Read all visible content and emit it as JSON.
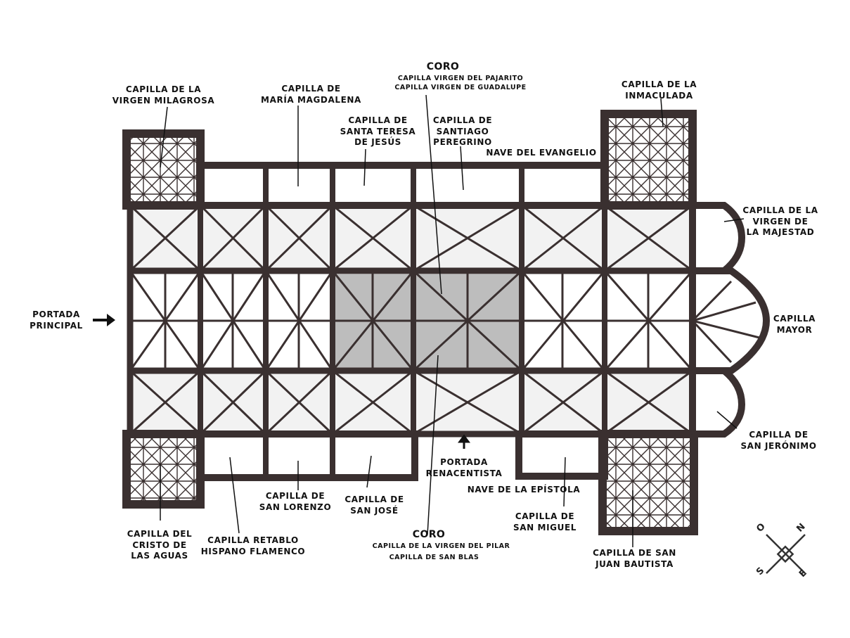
{
  "labels": {
    "milagrosa": "CAPILLA DE LA\nVIRGEN MILAGROSA",
    "magdalena": "CAPILLA DE\nMARÍA MAGDALENA",
    "teresa": "CAPILLA DE\nSANTA TERESA\nDE JESÚS",
    "santiago": "CAPILLA DE\nSANTIAGO\nPEREGRINO",
    "coro_top": "CORO",
    "coro_top_sub1": "CAPILLA VIRGEN DEL PAJARITO",
    "coro_top_sub2": "CAPILLA VIRGEN DE GUADALUPE",
    "nave_evangelio": "NAVE DEL EVANGELIO",
    "inmaculada": "CAPILLA DE LA\nINMACULADA",
    "majestad": "CAPILLA DE LA\nVIRGEN DE\nLA MAJESTAD",
    "portada_principal": "PORTADA\nPRINCIPAL",
    "capilla_mayor": "CAPILLA\nMAYOR",
    "jeronimo": "CAPILLA DE\nSAN JERÓNIMO",
    "portada_renacentista": "PORTADA\nRENACENTISTA",
    "nave_epistola": "NAVE DE LA EPÍSTOLA",
    "cristo": "CAPILLA DEL\nCRISTO DE\nLAS AGUAS",
    "retablo": "CAPILLA RETABLO\nHISPANO FLAMENCO",
    "lorenzo": "CAPILLA DE\nSAN LORENZO",
    "jose": "CAPILLA DE\nSAN JOSÉ",
    "coro_bottom": "CORO",
    "coro_bottom_sub1": "CAPILLA DE LA VIRGEN DEL PILAR",
    "coro_bottom_sub2": "CAPILLA DE SAN BLAS",
    "miguel": "CAPILLA DE\nSAN MIGUEL",
    "juan": "CAPILLA DE SAN\nJUAN BAUTISTA"
  },
  "compass": {
    "n": "N",
    "s": "S",
    "e": "E",
    "o": "O"
  },
  "colors": {
    "wall": "#3a3030",
    "vault": "#ffffff",
    "coro_fill": "#bdbdbd",
    "shade": "#e6e6e6"
  }
}
